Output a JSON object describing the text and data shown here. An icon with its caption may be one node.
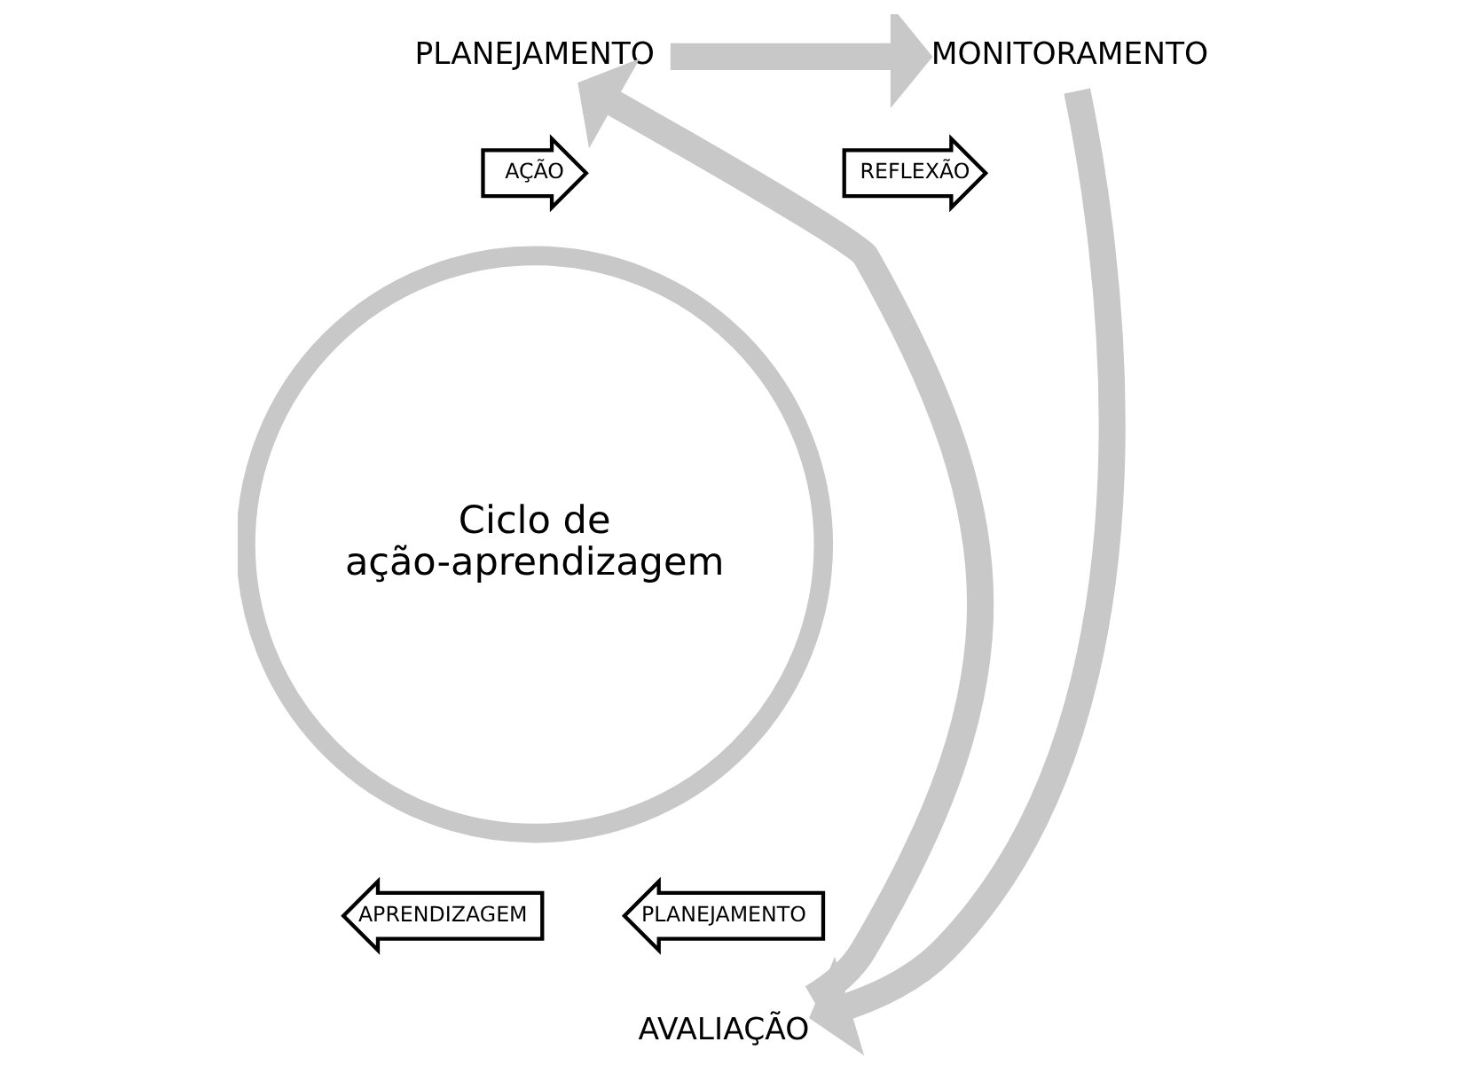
{
  "diagram": {
    "nodes": [
      {
        "text": [
          "PLANEJAMENTO"
        ]
      },
      {
        "text": [
          "MONITORAMENTO"
        ]
      },
      {
        "text": [
          "AVALIAÇÃO"
        ]
      },
      {
        "text": [
          "Ciclo de ação-aprendizagem"
        ]
      },
      {
        "text": [
          "AÇÃO"
        ]
      },
      {
        "text": [
          "REFLEXÃO"
        ]
      },
      {
        "text": [
          "APRENDIZAGEM"
        ]
      },
      {
        "text": [
          "PLANEJAMENTO"
        ]
      }
    ],
    "edges": [
      {
        "from": 0,
        "to": 1,
        "arrow": "to"
      },
      {
        "from": 1,
        "to": 2,
        "arrow": "to"
      },
      {
        "from": 2,
        "to": 0,
        "arrow": "to"
      }
    ]
  }
}
